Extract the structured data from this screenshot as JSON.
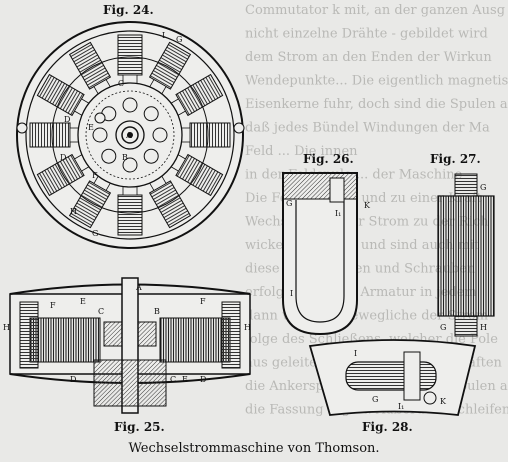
{
  "caption": "Wechselstrommaschine von Thomson.",
  "figures": {
    "f24": "Fig. 24.",
    "f25": "Fig. 25.",
    "f26": "Fig. 26.",
    "f27": "Fig. 27.",
    "f28": "Fig. 28."
  },
  "labels": {
    "G": "G",
    "C": "C",
    "D": "D",
    "E": "E",
    "B": "B",
    "A": "A",
    "F": "F",
    "H": "H",
    "I": "I",
    "K": "K",
    "I1": "I₁"
  },
  "background_text": [
    "Commutator k mit, an der ganzen Ausg",
    "nicht einzelne Drähte - gebildet wird",
    "dem Strom an den Enden der Wirkun",
    "Wendepunkte... Die eigentlich magnetische",
    "Eisenkerne fuhr, doch sind die Spulen an",
    "daß jedes Bündel Windungen der Ma",
    "Feld ... Die innen",
    "in der Feldspule ... der Maschine",
    "Die Feldmagnete und zu einer Kraft",
    "Wechselfelder der Strom zu der Rich",
    "wickelte Scheibe und sind auch mit",
    "diese durch Stiften und Schrauben",
    "erfolgt durch die Armatur in jedem",
    "dann wird der bewegliche der Strom",
    "folge des Schließens, welcher die Pole",
    "aus geleitet sind, die entgegen Kräften",
    "die Ankerspulen durch ein Feldspulen an der",
    "die Fassung ergibt. Außerdem Schleifen"
  ],
  "colors": {
    "ink": "#1a1a1a",
    "paper": "#e9e9e7",
    "hatch": "#555555"
  }
}
